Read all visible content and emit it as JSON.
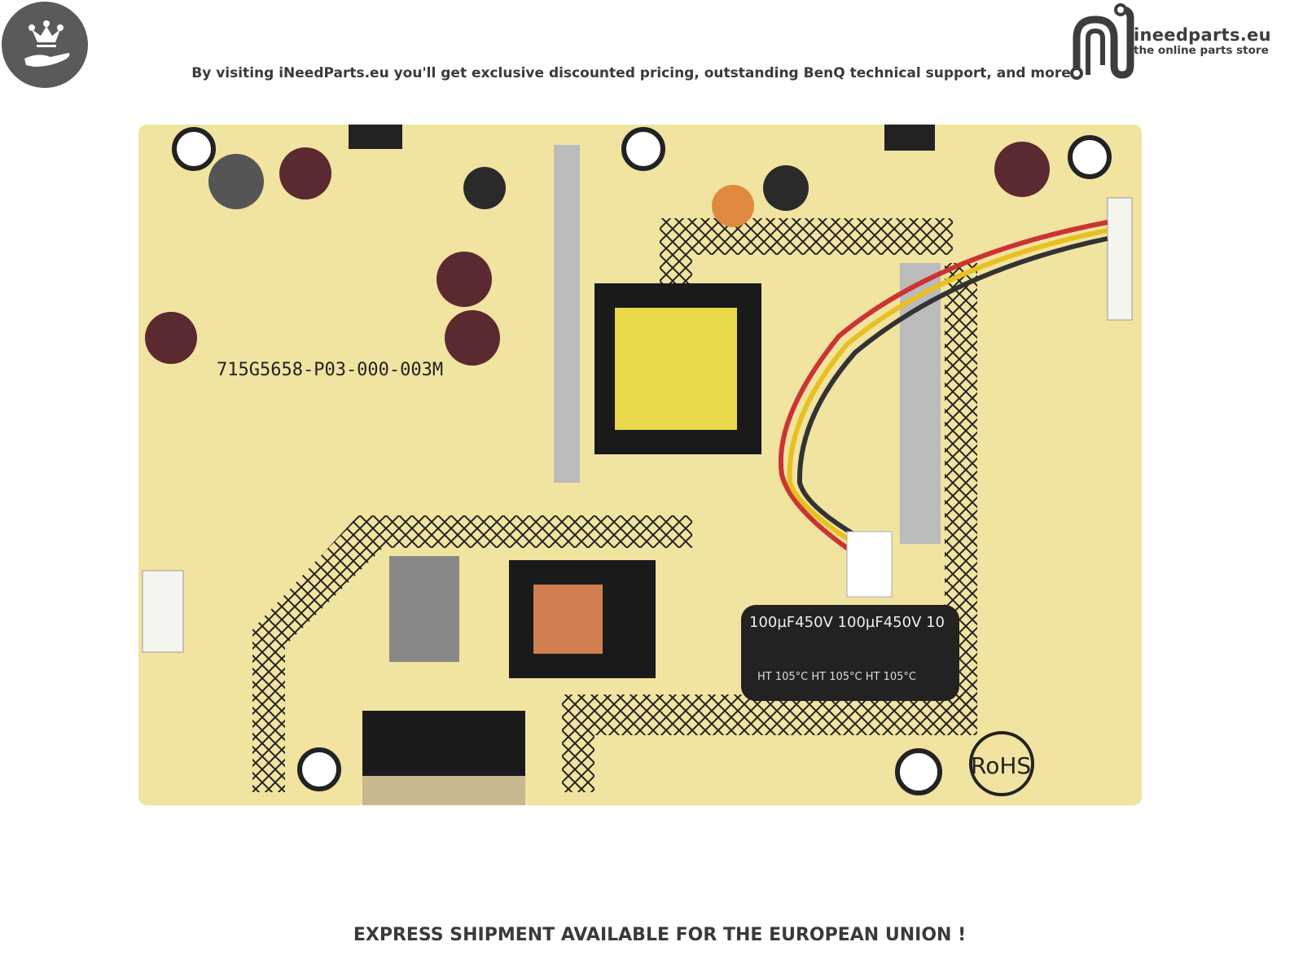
{
  "header": {
    "tagline": "By visiting iNeedParts.eu you'll get exclusive discounted pricing, outstanding BenQ technical support, and more",
    "badge_icon": "crown-on-hand-icon",
    "logo": {
      "name": "ineedparts.eu",
      "subtitle": "the online parts store"
    }
  },
  "product": {
    "board_marking": "715G5658-P03-000-003M",
    "capacitor_marking": "100µF450V 100µF450V 10",
    "capacitor_rating": "HT 105°C  HT 105°C  HT 105°C",
    "rohs_mark": "RoHS",
    "board_color": "#f1e3a0"
  },
  "footer": {
    "text": "EXPRESS SHIPMENT AVAILABLE FOR THE EUROPEAN UNION !"
  }
}
